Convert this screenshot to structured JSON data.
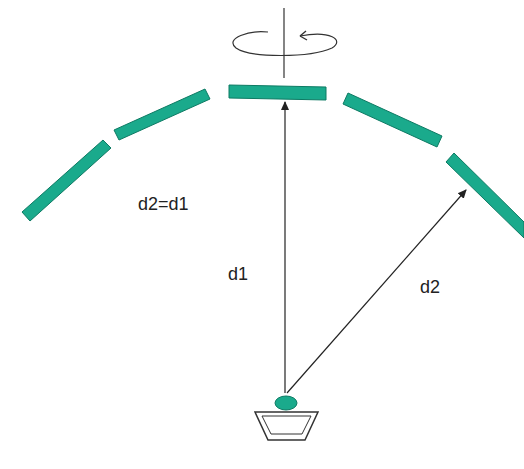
{
  "diagram": {
    "labels": [
      "d2=d1",
      "d1",
      "d2"
    ]
  }
}
